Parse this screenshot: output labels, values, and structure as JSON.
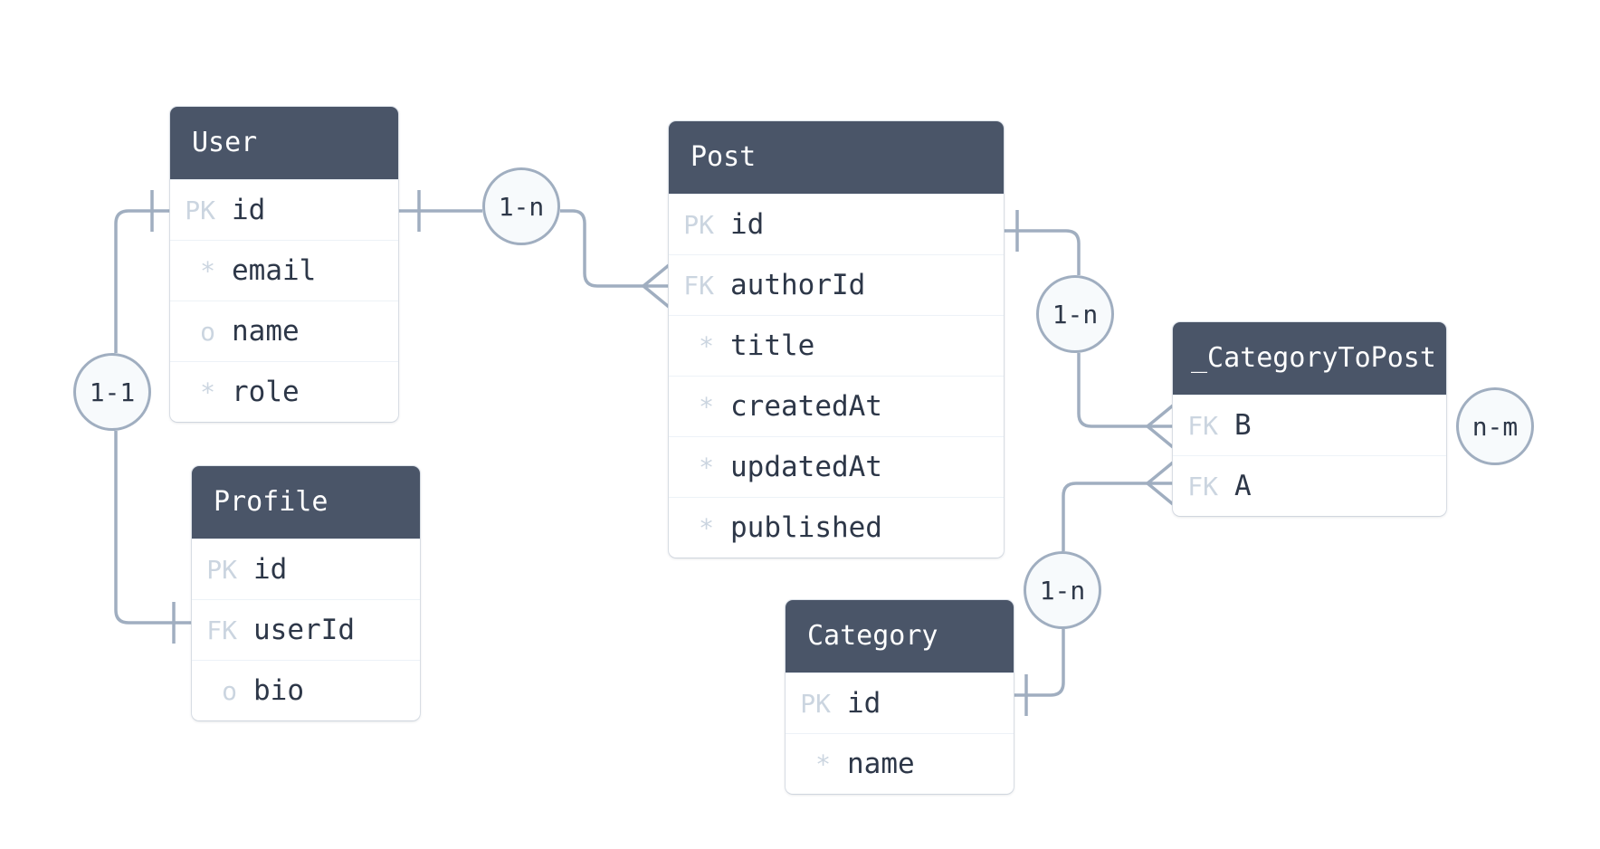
{
  "entities": {
    "user": {
      "name": "User",
      "fields": [
        {
          "key": "PK",
          "name": "id"
        },
        {
          "key": "*",
          "name": "email"
        },
        {
          "key": "o",
          "name": "name"
        },
        {
          "key": "*",
          "name": "role"
        }
      ]
    },
    "profile": {
      "name": "Profile",
      "fields": [
        {
          "key": "PK",
          "name": "id"
        },
        {
          "key": "FK",
          "name": "userId"
        },
        {
          "key": "o",
          "name": "bio"
        }
      ]
    },
    "post": {
      "name": "Post",
      "fields": [
        {
          "key": "PK",
          "name": "id"
        },
        {
          "key": "FK",
          "name": "authorId"
        },
        {
          "key": "*",
          "name": "title"
        },
        {
          "key": "*",
          "name": "createdAt"
        },
        {
          "key": "*",
          "name": "updatedAt"
        },
        {
          "key": "*",
          "name": "published"
        }
      ]
    },
    "category": {
      "name": "Category",
      "fields": [
        {
          "key": "PK",
          "name": "id"
        },
        {
          "key": "*",
          "name": "name"
        }
      ]
    },
    "category_to_post": {
      "name": "_CategoryToPost",
      "fields": [
        {
          "key": "FK",
          "name": "B"
        },
        {
          "key": "FK",
          "name": "A"
        }
      ]
    }
  },
  "relations": {
    "user_profile": "1-1",
    "user_post": "1-n",
    "post_categorytopost": "1-n",
    "category_categorytopost": "1-n",
    "category_post": "n-m"
  },
  "colors": {
    "header": "#4a5568",
    "line": "#a0aec0",
    "marker": "#cbd5e0",
    "text": "#2d3748"
  }
}
